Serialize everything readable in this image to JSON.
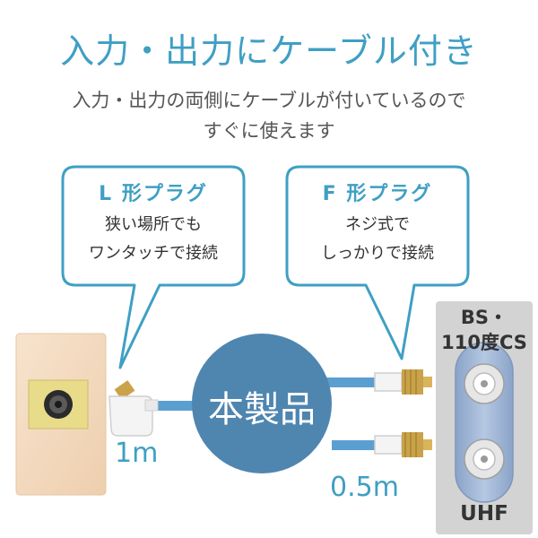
{
  "header": {
    "title": "入力・出力にケーブル付き",
    "subtitle_line1": "入力・出力の両側にケーブルが付いているので",
    "subtitle_line2": "すぐに使えます"
  },
  "callouts": {
    "left": {
      "title": "L 形プラグ",
      "line1": "狭い場所でも",
      "line2": "ワンタッチで接続"
    },
    "right": {
      "title": "F 形プラグ",
      "line1": "ネジ式で",
      "line2": "しっかりで接続"
    }
  },
  "product": {
    "label": "本製品"
  },
  "lengths": {
    "input": "1m",
    "output": "0.5m"
  },
  "terminal": {
    "bs_line1": "BS・",
    "bs_line2": "110度CS",
    "uhf": "UHF"
  },
  "colors": {
    "accent": "#3f9fc4",
    "cable": "#5b9fd0",
    "product_circle": "#4f86b0",
    "plate": "#f6dfc6",
    "brass": "#c9a24a"
  }
}
